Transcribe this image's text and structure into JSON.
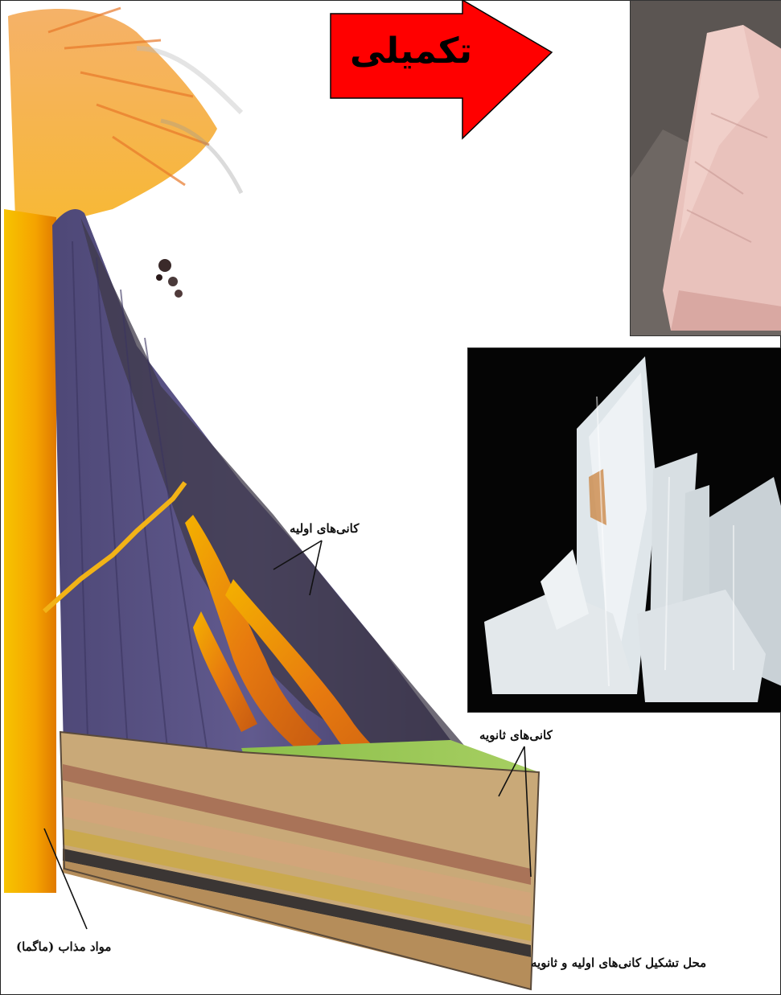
{
  "badge": {
    "text": "تکمیلی",
    "color": "#ff0000"
  },
  "labels": {
    "primary_minerals": "کانی‌های اولیه",
    "secondary_minerals": "کانی‌های ثانویه",
    "magma": "مواد مذاب (ماگما)"
  },
  "caption": "محل تشکیل کانی‌های اولیه و ثانویه",
  "photos": {
    "rose_quartz": {
      "icon": "rose-quartz-rock-photo"
    },
    "quartz_crystal": {
      "icon": "clear-quartz-crystal-cluster-photo"
    }
  }
}
